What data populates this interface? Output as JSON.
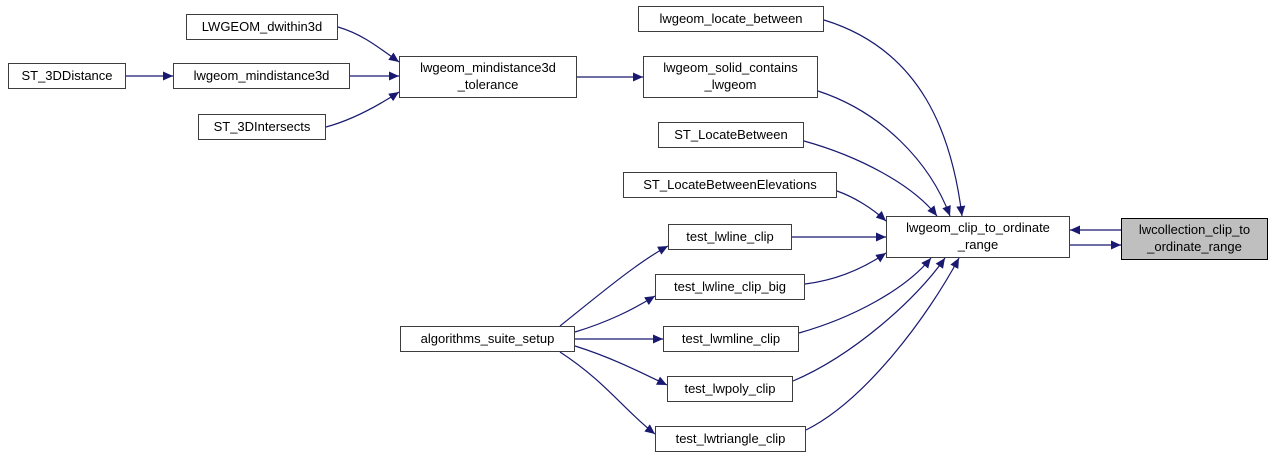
{
  "diagram": {
    "kind": "doxygen-call-graph",
    "background_color": "#ffffff",
    "edge_color": "#191970",
    "node_fill_color": "#ffffff",
    "node_border_color": "#3d3d3d",
    "highlight_fill_color": "#bfbfbf",
    "text_color": "#000000"
  },
  "nodes": [
    {
      "id": "st_3ddistance",
      "label": "ST_3DDistance",
      "highlighted": false
    },
    {
      "id": "lwgeom_dwithin3d",
      "label": "LWGEOM_dwithin3d",
      "highlighted": false
    },
    {
      "id": "lwgeom_mindistance3d",
      "label": "lwgeom_mindistance3d",
      "highlighted": false
    },
    {
      "id": "st_3dintersects",
      "label": "ST_3DIntersects",
      "highlighted": false
    },
    {
      "id": "lwgeom_mindistance3d_tolerance",
      "label": "lwgeom_mindistance3d\n_tolerance",
      "highlighted": false
    },
    {
      "id": "lwgeom_locate_between",
      "label": "lwgeom_locate_between",
      "highlighted": false
    },
    {
      "id": "lwgeom_solid_contains_lwgeom",
      "label": "lwgeom_solid_contains\n_lwgeom",
      "highlighted": false
    },
    {
      "id": "st_locatebetween",
      "label": "ST_LocateBetween",
      "highlighted": false
    },
    {
      "id": "st_locatebetweenelevations",
      "label": "ST_LocateBetweenElevations",
      "highlighted": false
    },
    {
      "id": "test_lwline_clip",
      "label": "test_lwline_clip",
      "highlighted": false
    },
    {
      "id": "test_lwline_clip_big",
      "label": "test_lwline_clip_big",
      "highlighted": false
    },
    {
      "id": "algorithms_suite_setup",
      "label": "algorithms_suite_setup",
      "highlighted": false
    },
    {
      "id": "test_lwmline_clip",
      "label": "test_lwmline_clip",
      "highlighted": false
    },
    {
      "id": "test_lwpoly_clip",
      "label": "test_lwpoly_clip",
      "highlighted": false
    },
    {
      "id": "test_lwtriangle_clip",
      "label": "test_lwtriangle_clip",
      "highlighted": false
    },
    {
      "id": "lwgeom_clip_to_ordinate_range",
      "label": "lwgeom_clip_to_ordinate\n_range",
      "highlighted": false
    },
    {
      "id": "lwcollection_clip_to_ordinate_range",
      "label": "lwcollection_clip_to\n_ordinate_range",
      "highlighted": true
    }
  ],
  "edges": [
    {
      "from": "st_3ddistance",
      "to": "lwgeom_mindistance3d"
    },
    {
      "from": "lwgeom_dwithin3d",
      "to": "lwgeom_mindistance3d_tolerance"
    },
    {
      "from": "lwgeom_mindistance3d",
      "to": "lwgeom_mindistance3d_tolerance"
    },
    {
      "from": "st_3dintersects",
      "to": "lwgeom_mindistance3d_tolerance"
    },
    {
      "from": "lwgeom_mindistance3d_tolerance",
      "to": "lwgeom_solid_contains_lwgeom"
    },
    {
      "from": "lwgeom_locate_between",
      "to": "lwgeom_clip_to_ordinate_range"
    },
    {
      "from": "lwgeom_solid_contains_lwgeom",
      "to": "lwgeom_clip_to_ordinate_range"
    },
    {
      "from": "st_locatebetween",
      "to": "lwgeom_clip_to_ordinate_range"
    },
    {
      "from": "st_locatebetweenelevations",
      "to": "lwgeom_clip_to_ordinate_range"
    },
    {
      "from": "test_lwline_clip",
      "to": "lwgeom_clip_to_ordinate_range"
    },
    {
      "from": "test_lwline_clip_big",
      "to": "lwgeom_clip_to_ordinate_range"
    },
    {
      "from": "test_lwmline_clip",
      "to": "lwgeom_clip_to_ordinate_range"
    },
    {
      "from": "test_lwpoly_clip",
      "to": "lwgeom_clip_to_ordinate_range"
    },
    {
      "from": "test_lwtriangle_clip",
      "to": "lwgeom_clip_to_ordinate_range"
    },
    {
      "from": "algorithms_suite_setup",
      "to": "test_lwline_clip"
    },
    {
      "from": "algorithms_suite_setup",
      "to": "test_lwline_clip_big"
    },
    {
      "from": "algorithms_suite_setup",
      "to": "test_lwmline_clip"
    },
    {
      "from": "algorithms_suite_setup",
      "to": "test_lwpoly_clip"
    },
    {
      "from": "algorithms_suite_setup",
      "to": "test_lwtriangle_clip"
    },
    {
      "from": "lwcollection_clip_to_ordinate_range",
      "to": "lwgeom_clip_to_ordinate_range"
    },
    {
      "from": "lwgeom_clip_to_ordinate_range",
      "to": "lwcollection_clip_to_ordinate_range"
    }
  ]
}
